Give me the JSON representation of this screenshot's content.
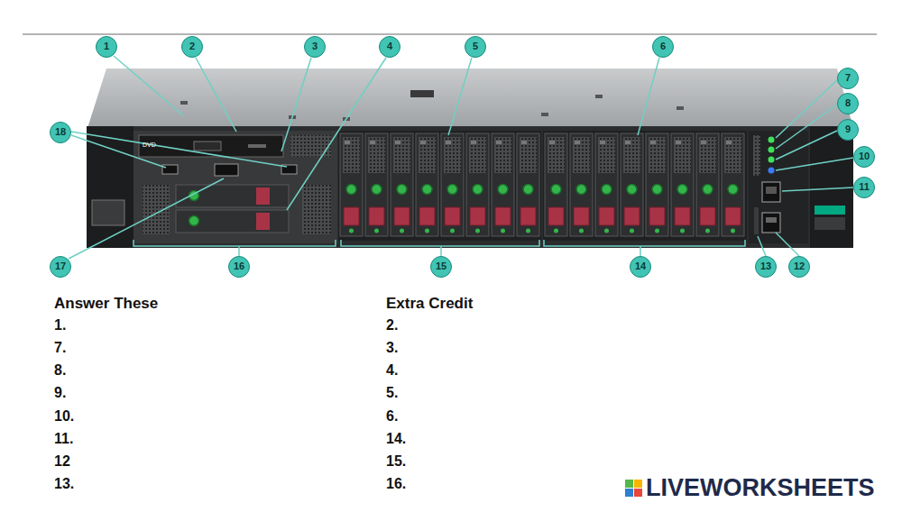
{
  "diagram": {
    "labels": [
      "1",
      "2",
      "3",
      "4",
      "5",
      "6",
      "18",
      "7",
      "8",
      "9",
      "10",
      "11",
      "17",
      "16",
      "15",
      "14",
      "13",
      "12",
      "DVD",
      "Answer These",
      "1.",
      "7.",
      "8.",
      "9.",
      "10.",
      "11.",
      "12",
      "13.",
      "Extra Credit",
      "2.",
      "3.",
      "4.",
      "5.",
      "6.",
      "14.",
      "15.",
      "16.",
      "LIVEWORKSHEETS"
    ]
  }
}
